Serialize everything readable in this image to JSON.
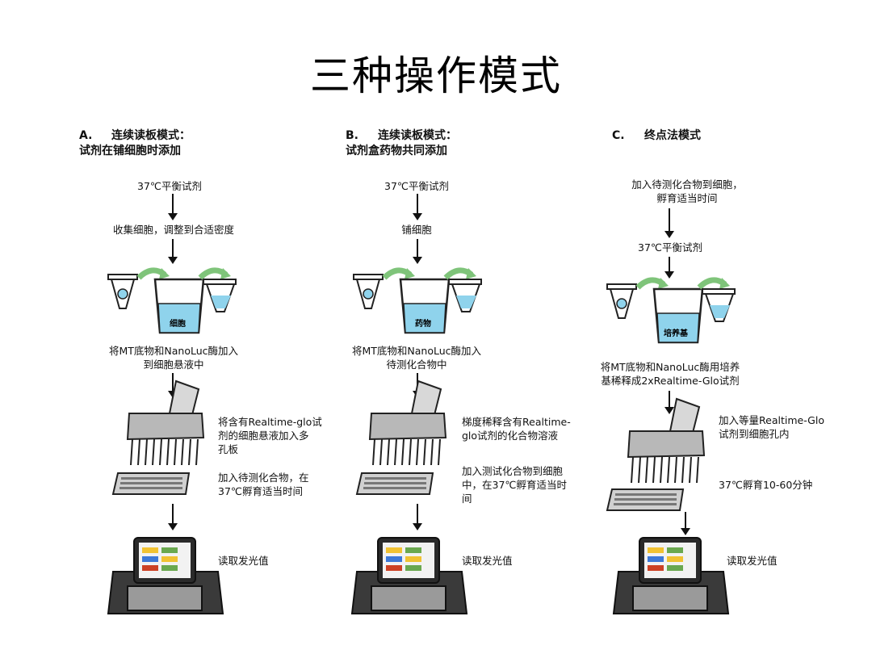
{
  "title": "三种操作模式",
  "columns": [
    {
      "letter": "A.",
      "header_line1": "连续读板模式：",
      "header_line2": "试剂在铺细胞时添加",
      "steps": [
        "37℃平衡试剂",
        "收集细胞，调整到合适密度"
      ],
      "tube_label": "细胞",
      "mix_line1": "将MT底物和NanoLuc酶加入",
      "mix_line2": "到细胞悬液中",
      "pipette_note": [
        "将含有Realtime-glo试",
        "剂的细胞悬液加入多",
        "孔板"
      ],
      "plate_note": [
        "加入待测化合物，在",
        "37℃孵育适当时间"
      ],
      "read_note": "读取发光值"
    },
    {
      "letter": "B.",
      "header_line1": "连续读板模式：",
      "header_line2": "试剂盒药物共同添加",
      "steps": [
        "37℃平衡试剂",
        "铺细胞"
      ],
      "tube_label": "药物",
      "mix_line1": "将MT底物和NanoLuc酶加入",
      "mix_line2": "待测化合物中",
      "pipette_note": [
        "梯度稀释含有Realtime-",
        "glo试剂的化合物溶液"
      ],
      "plate_note": [
        "加入测试化合物到细胞",
        "中，在37℃孵育适当时",
        "间"
      ],
      "read_note": "读取发光值"
    },
    {
      "letter": "C.",
      "header_line1": "终点法模式",
      "header_line2": "",
      "steps": [
        "加入待测化合物到细胞，",
        "孵育适当时间",
        "37℃平衡试剂"
      ],
      "tube_label": "培养基",
      "mix_line1": "将MT底物和NanoLuc酶用培养",
      "mix_line2": "基稀释成2xRealtime-Glo试剂",
      "pipette_note": [
        "加入等量Realtime-Glo",
        "试剂到细胞孔内"
      ],
      "plate_note": [
        "37℃孵育10-60分钟"
      ],
      "read_note": "读取发光值"
    }
  ],
  "colors": {
    "liquid": "#8fd3ec",
    "curved_arrow": "#7fc47a",
    "reader_body": "#3a3a3a",
    "screen_tiles": [
      "#f1c232",
      "#6aa84f",
      "#3c78d8",
      "#cc4125"
    ]
  }
}
